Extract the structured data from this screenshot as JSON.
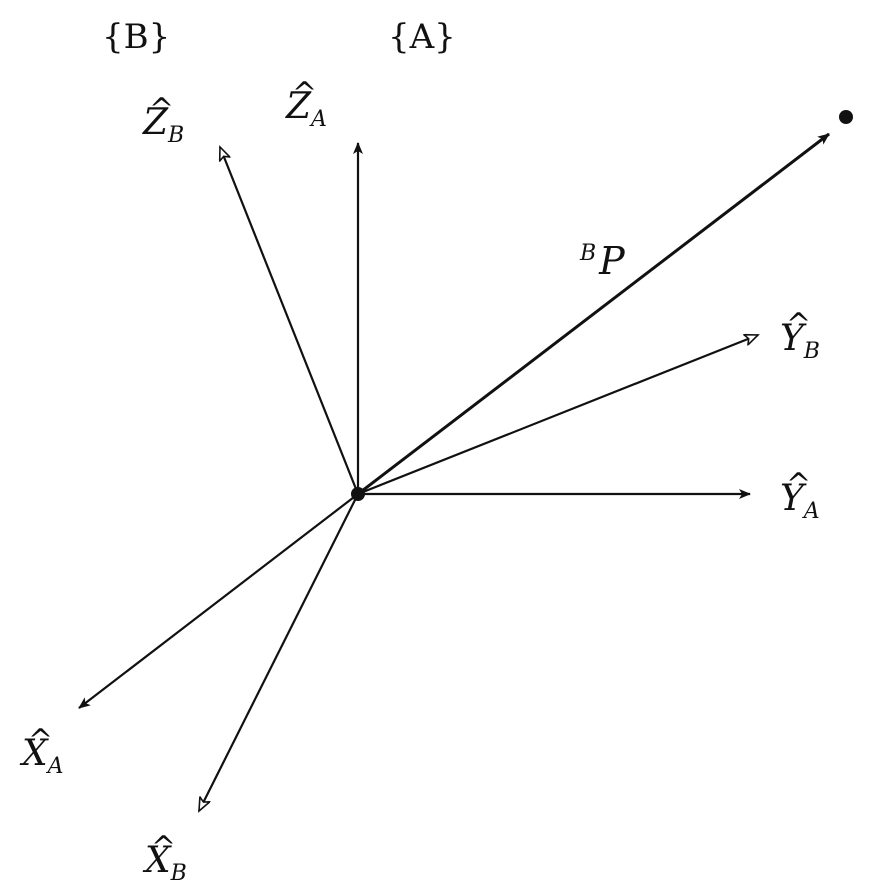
{
  "frames": {
    "frame_b_label": "{B}",
    "frame_a_label": "{A}"
  },
  "axes": {
    "za": {
      "letter": "Z",
      "sub": "A",
      "hat": "^"
    },
    "zb": {
      "letter": "Z",
      "sub": "B",
      "hat": "^"
    },
    "ya": {
      "letter": "Y",
      "sub": "A",
      "hat": "^"
    },
    "yb": {
      "letter": "Y",
      "sub": "B",
      "hat": "^"
    },
    "xa": {
      "letter": "X",
      "sub": "A",
      "hat": "^"
    },
    "xb": {
      "letter": "X",
      "sub": "B",
      "hat": "^"
    }
  },
  "vector": {
    "sup": "B",
    "letter": "P"
  },
  "colors": {
    "ink": "#111111",
    "background": "#ffffff"
  }
}
